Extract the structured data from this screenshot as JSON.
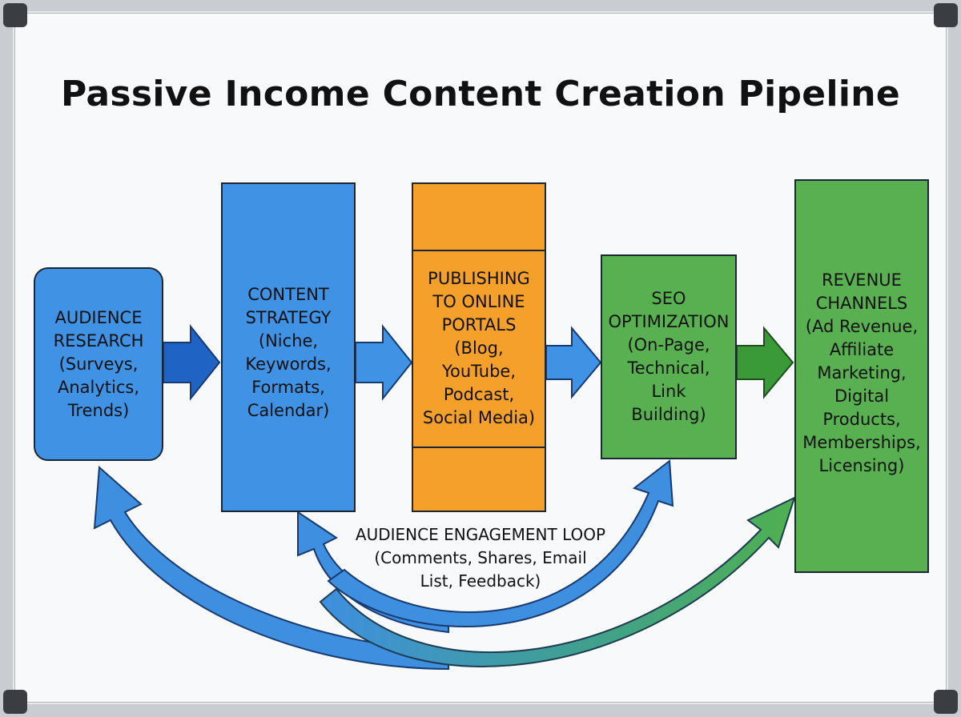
{
  "title": "Passive Income Content Creation Pipeline",
  "stages": {
    "research": {
      "heading": [
        "AUDIENCE",
        "RESEARCH"
      ],
      "details": [
        "(Surveys,",
        "Analytics,",
        "Trends)"
      ]
    },
    "strategy": {
      "heading": [
        "CONTENT",
        "STRATEGY"
      ],
      "details": [
        "(Niche,",
        "Keywords,",
        "Formats,",
        "Calendar)"
      ]
    },
    "publish": {
      "heading": [
        "PUBLISHING",
        "TO ONLINE",
        "PORTALS"
      ],
      "details": [
        "(Blog,",
        "YouTube,",
        "Podcast,",
        "Social Media)"
      ]
    },
    "seo": {
      "heading": [
        "SEO",
        "OPTIMIZATION"
      ],
      "details": [
        "(On-Page,",
        "Technical,",
        "Link",
        "Building)"
      ]
    },
    "revenue": {
      "heading": [
        "REVENUE",
        "CHANNELS"
      ],
      "details": [
        "(Ad Revenue,",
        "Affiliate",
        "Marketing,",
        "Digital",
        "Products,",
        "Memberships,",
        "Licensing)"
      ]
    }
  },
  "loop": {
    "title": "AUDIENCE ENGAGEMENT LOOP",
    "details": [
      "(Comments, Shares, Email",
      "List, Feedback)"
    ]
  },
  "colors": {
    "blue": "#3f92e4",
    "orange": "#f5a02a",
    "green": "#58b050",
    "dark_blue_arrow": "#1f63c4",
    "dark_green_arrow": "#3a9a38"
  }
}
